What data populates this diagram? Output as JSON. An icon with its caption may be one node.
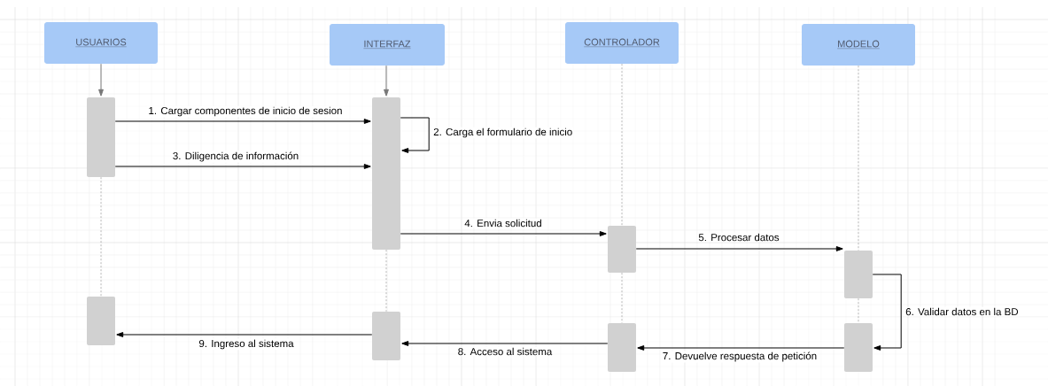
{
  "diagram": {
    "nodes": [
      {
        "text": [
          "USUARIOS"
        ]
      },
      {
        "text": [
          "INTERFAZ"
        ]
      },
      {
        "text": [
          "CONTROLADOR"
        ]
      },
      {
        "text": [
          "MODELO"
        ]
      },
      {
        "text": [],
        "shape": "bar"
      },
      {
        "text": [],
        "shape": "bar"
      },
      {
        "text": [],
        "shape": "bar"
      },
      {
        "text": [],
        "shape": "bar"
      },
      {
        "text": [],
        "shape": "bar"
      },
      {
        "text": [],
        "shape": "bar"
      },
      {
        "text": [],
        "shape": "bar"
      },
      {
        "text": [],
        "shape": "bar"
      }
    ],
    "edges": [
      {
        "from": 0,
        "to": 4,
        "arrow": "to",
        "color": "#777777"
      },
      {
        "from": 1,
        "to": 6,
        "arrow": "to",
        "color": "#777777"
      },
      {
        "from": 2,
        "to": 8,
        "arrow": "none",
        "style": "dashed",
        "color": "#999999"
      },
      {
        "from": 3,
        "to": 10,
        "arrow": "none",
        "style": "dashed",
        "color": "#999999"
      },
      {
        "from": 4,
        "to": 5,
        "arrow": "none",
        "style": "dashed",
        "color": "#999999"
      },
      {
        "from": 6,
        "to": 7,
        "arrow": "none",
        "style": "dashed",
        "color": "#999999"
      },
      {
        "from": 8,
        "to": 9,
        "arrow": "none",
        "style": "dashed",
        "color": "#999999"
      },
      {
        "from": 10,
        "to": 11,
        "arrow": "none",
        "style": "dashed",
        "color": "#999999"
      },
      {
        "from": 4,
        "to": 6,
        "arrow": "to",
        "label": "1. Cargar componentes de inicio de sesion"
      },
      {
        "from": 6,
        "to": 6,
        "arrow": "to",
        "label": "2. Carga el formulario de inicio"
      },
      {
        "from": 4,
        "to": 6,
        "arrow": "to",
        "label": "3. Diligencia de información"
      },
      {
        "from": 6,
        "to": 8,
        "arrow": "to",
        "label": "4. Envia solicitud"
      },
      {
        "from": 8,
        "to": 10,
        "arrow": "to",
        "label": "5. Procesar datos"
      },
      {
        "from": 10,
        "to": 11,
        "arrow": "to",
        "label": "6. Validar datos en la BD"
      },
      {
        "from": 11,
        "to": 9,
        "arrow": "to",
        "label": "7. Devuelve respuesta de petición"
      },
      {
        "from": 9,
        "to": 7,
        "arrow": "to",
        "label": "8. Acceso al sistema"
      },
      {
        "from": 7,
        "to": 5,
        "arrow": "to",
        "label": "9. Ingreso al sistema"
      }
    ]
  }
}
